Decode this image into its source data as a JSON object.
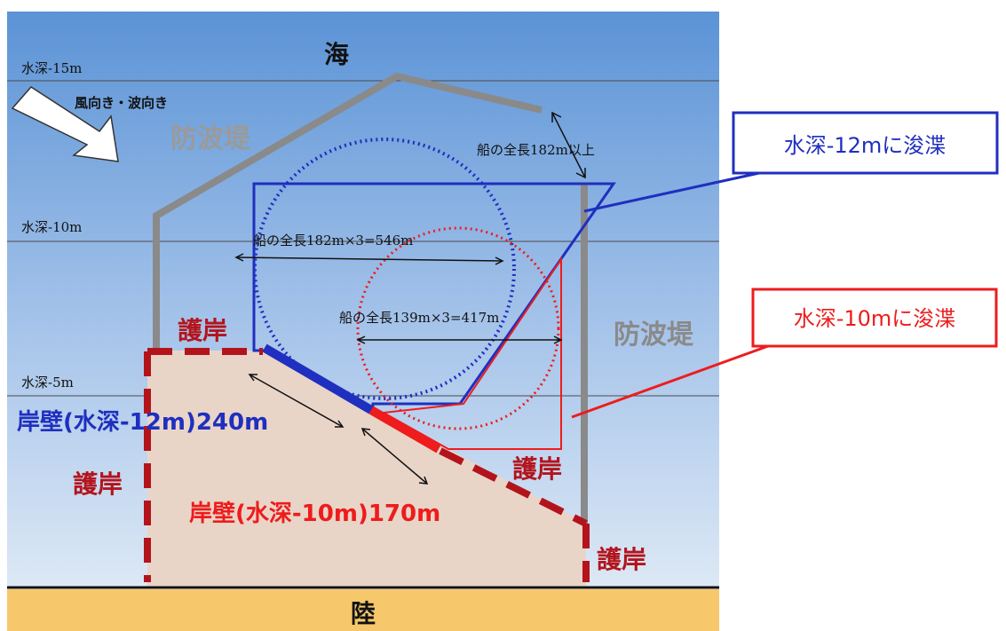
{
  "labels": {
    "sea": "海",
    "land": "陸",
    "wind_wave": "風向き・波向き",
    "breakwater_left": "防波堤",
    "breakwater_right": "防波堤",
    "depth_15": "水深-15m",
    "depth_10": "水深-10m",
    "depth_5": "水深-5m",
    "ship_len_182": "船の全長182m以上",
    "circle_big": "船の全長182m×3=546m",
    "circle_small": "船の全長139m×3=417m",
    "revetment_top": "護岸",
    "revetment_left": "護岸",
    "revetment_right": "護岸",
    "revetment_bottom": "護岸",
    "quay_12": "岸壁(水深-12m)240m",
    "quay_10": "岸壁(水深-10m)170m",
    "callout_12": "水深-12mに浚渫",
    "callout_10": "水深-10mに浚渫"
  },
  "colors": {
    "sea_top": "#5b93d6",
    "sea_bottom": "#d9e6f5",
    "land_fill": "#e9d5c8",
    "ground_strip": "#f6c86b",
    "breakwater": "#8a8a8a",
    "blue": "#1f2fbf",
    "red": "#ee1c1c",
    "dark_red": "#b3141c"
  }
}
